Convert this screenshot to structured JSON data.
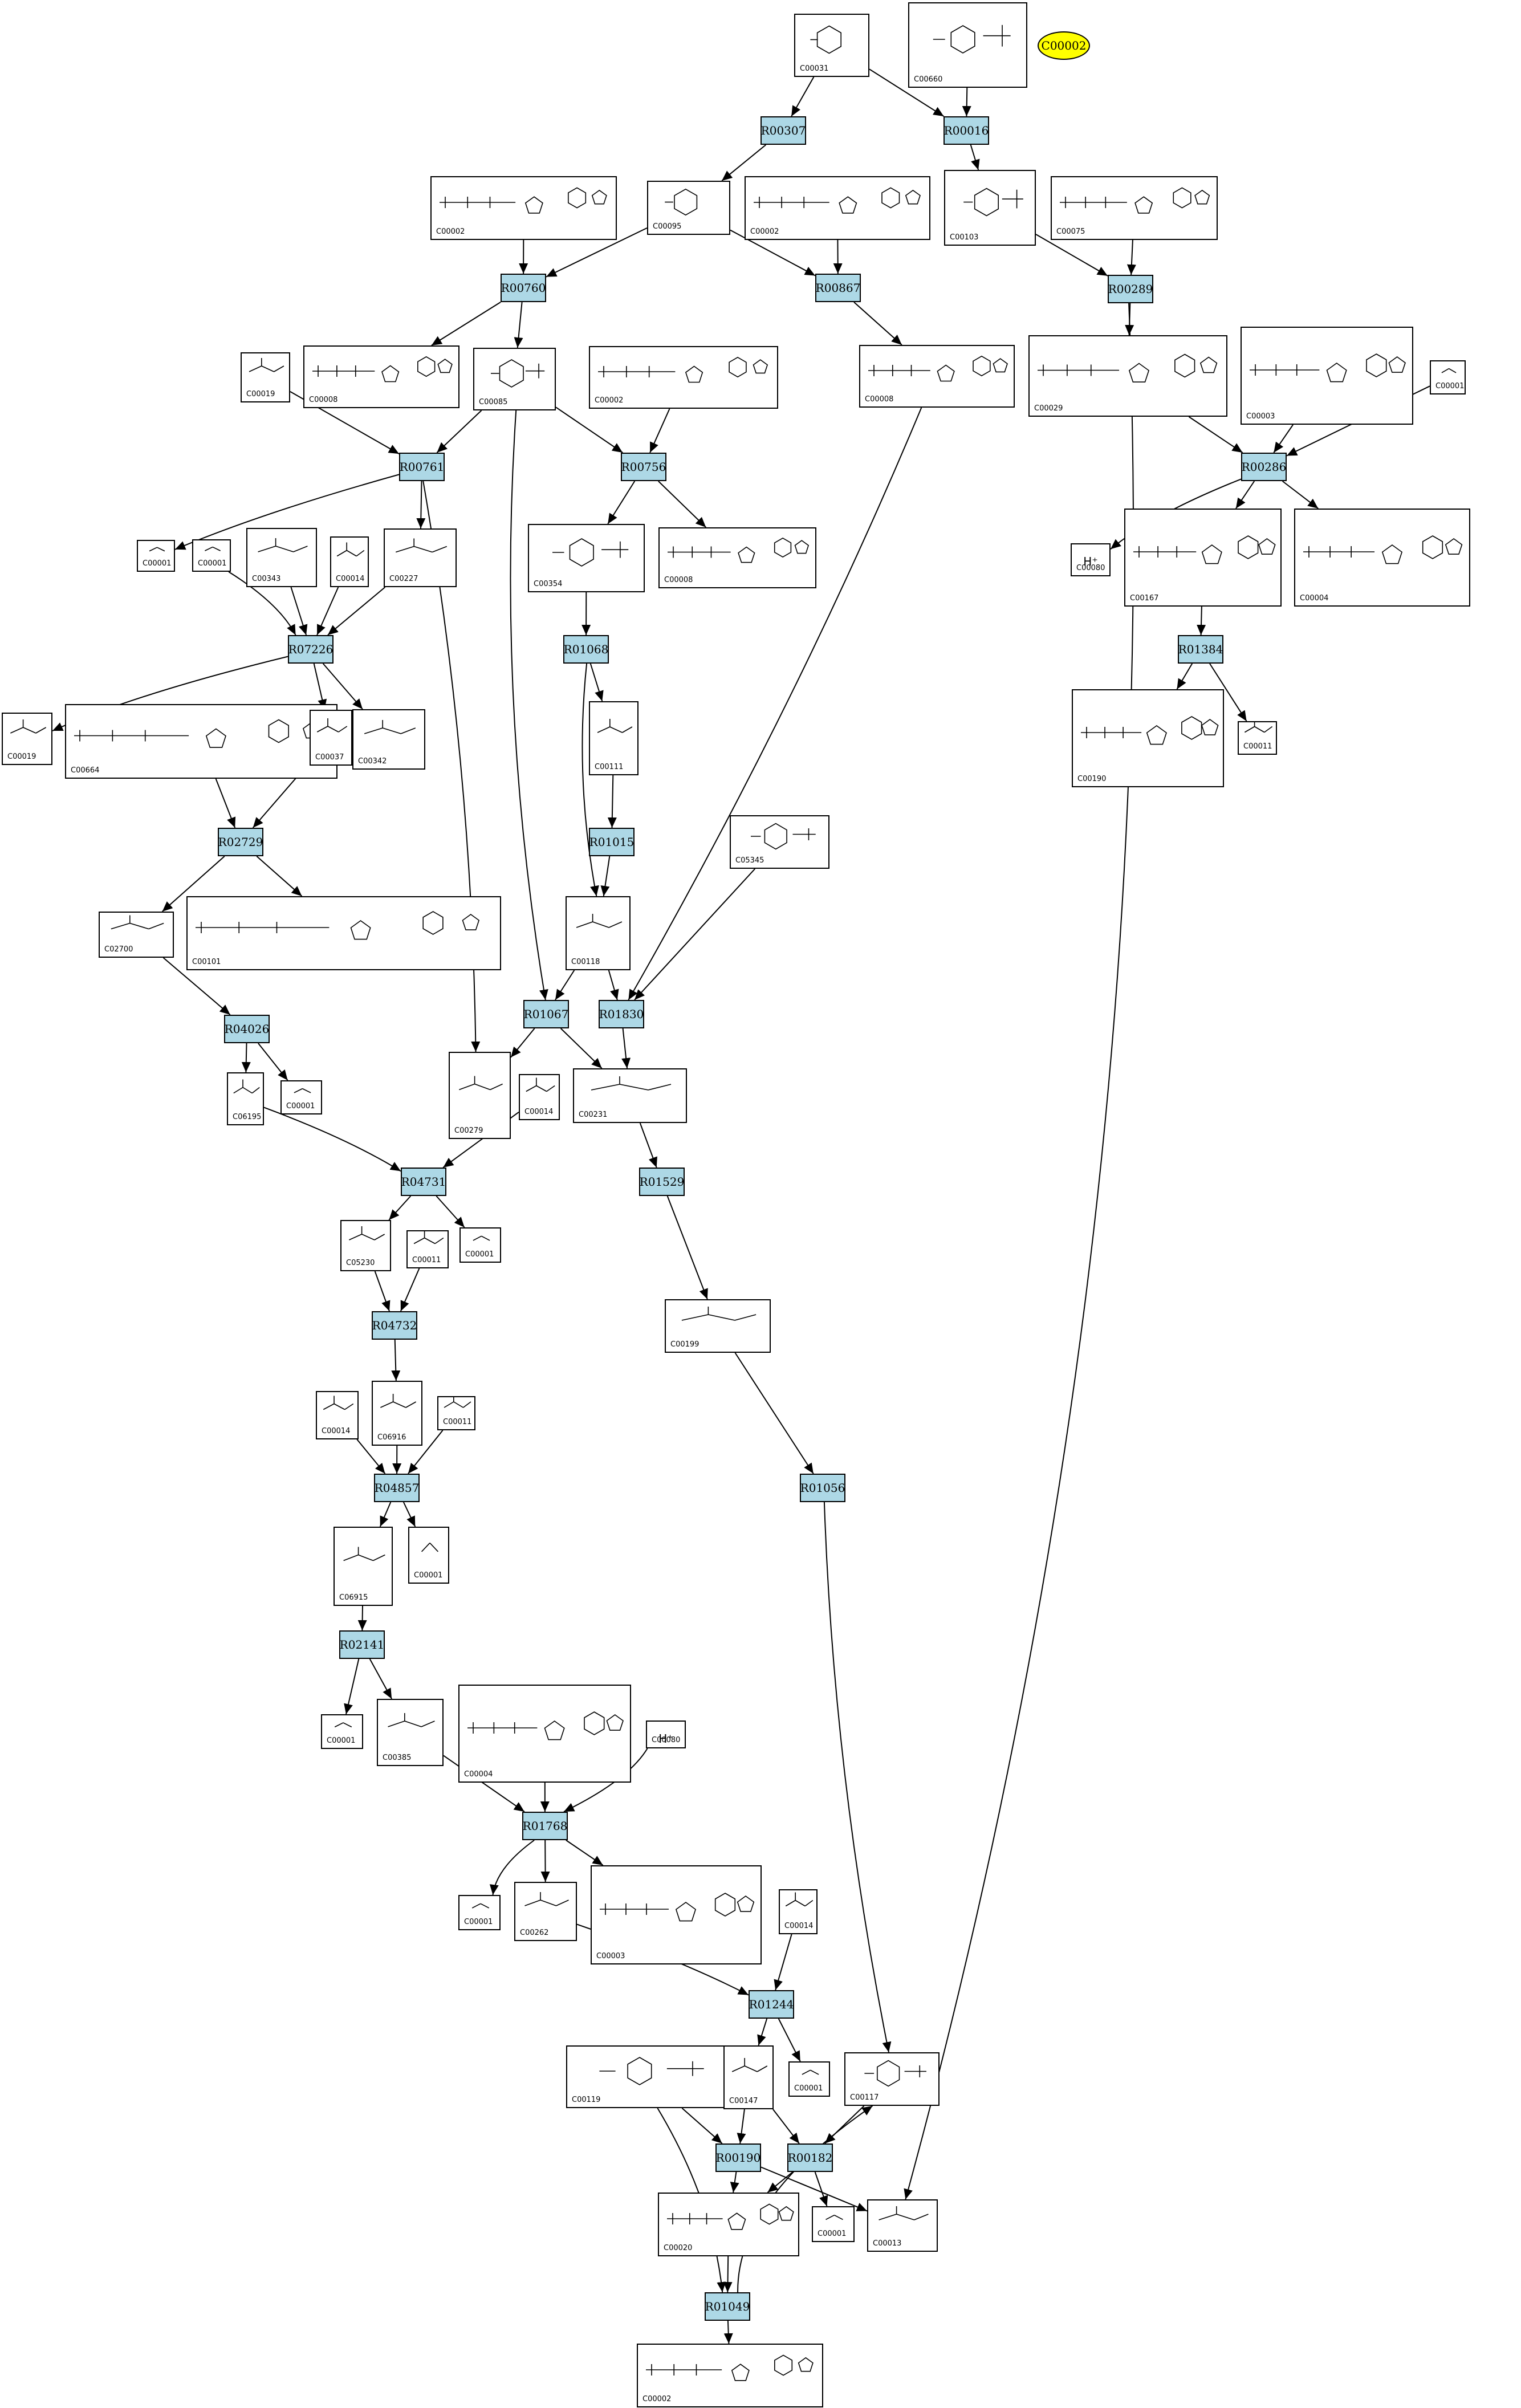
{
  "highlight": {
    "id": "C00002",
    "color": "#ffff00"
  },
  "reaction_color": "#add8e6",
  "compounds": [
    {
      "id": "C00031",
      "kind": "ring"
    },
    {
      "id": "C00660",
      "kind": "ring-p"
    },
    {
      "id": "C00002",
      "kind": "ntp"
    },
    {
      "id": "C00095",
      "kind": "ring"
    },
    {
      "id": "C00002",
      "kind": "ntp"
    },
    {
      "id": "C00103",
      "kind": "ring-p"
    },
    {
      "id": "C00075",
      "kind": "ntp"
    },
    {
      "id": "C00019",
      "kind": "small"
    },
    {
      "id": "C00008",
      "kind": "ntp"
    },
    {
      "id": "C00085",
      "kind": "ring-p"
    },
    {
      "id": "C00002",
      "kind": "ntp"
    },
    {
      "id": "C00008",
      "kind": "ntp"
    },
    {
      "id": "C00029",
      "kind": "ntp"
    },
    {
      "id": "C00003",
      "kind": "ntp"
    },
    {
      "id": "C00001",
      "kind": "water"
    },
    {
      "id": "C00001",
      "kind": "water"
    },
    {
      "id": "C00001",
      "kind": "water"
    },
    {
      "id": "C00343",
      "kind": "small"
    },
    {
      "id": "C00014",
      "kind": "small"
    },
    {
      "id": "C00227",
      "kind": "small"
    },
    {
      "id": "C00354",
      "kind": "ring-p"
    },
    {
      "id": "C00008",
      "kind": "ntp"
    },
    {
      "id": "C00080",
      "kind": "ion",
      "formula": "H⁺"
    },
    {
      "id": "C00167",
      "kind": "ntp"
    },
    {
      "id": "C00004",
      "kind": "ntp"
    },
    {
      "id": "C00019",
      "kind": "small"
    },
    {
      "id": "C00664",
      "kind": "ntp"
    },
    {
      "id": "C00037",
      "kind": "small"
    },
    {
      "id": "C00342",
      "kind": "small"
    },
    {
      "id": "C00111",
      "kind": "small"
    },
    {
      "id": "C00190",
      "kind": "ntp"
    },
    {
      "id": "C00011",
      "kind": "small"
    },
    {
      "id": "C05345",
      "kind": "ring-p"
    },
    {
      "id": "C02700",
      "kind": "small"
    },
    {
      "id": "C00101",
      "kind": "ntp"
    },
    {
      "id": "C00118",
      "kind": "small"
    },
    {
      "id": "C06195",
      "kind": "small"
    },
    {
      "id": "C00001",
      "kind": "water"
    },
    {
      "id": "C00279",
      "kind": "small"
    },
    {
      "id": "C00014",
      "kind": "small"
    },
    {
      "id": "C00231",
      "kind": "small"
    },
    {
      "id": "C05230",
      "kind": "small"
    },
    {
      "id": "C00011",
      "kind": "small"
    },
    {
      "id": "C00001",
      "kind": "water"
    },
    {
      "id": "C00199",
      "kind": "small"
    },
    {
      "id": "C00014",
      "kind": "small"
    },
    {
      "id": "C06916",
      "kind": "small"
    },
    {
      "id": "C00011",
      "kind": "small"
    },
    {
      "id": "C00001",
      "kind": "water"
    },
    {
      "id": "C06915",
      "kind": "small"
    },
    {
      "id": "C00001",
      "kind": "water"
    },
    {
      "id": "C00385",
      "kind": "small"
    },
    {
      "id": "C00004",
      "kind": "ntp"
    },
    {
      "id": "C00080",
      "kind": "ion",
      "formula": "H⁺"
    },
    {
      "id": "C00001",
      "kind": "water"
    },
    {
      "id": "C00262",
      "kind": "small"
    },
    {
      "id": "C00003",
      "kind": "ntp"
    },
    {
      "id": "C00014",
      "kind": "small"
    },
    {
      "id": "C00001",
      "kind": "water"
    },
    {
      "id": "C00119",
      "kind": "ring-p"
    },
    {
      "id": "C00147",
      "kind": "small"
    },
    {
      "id": "C00117",
      "kind": "ring-p"
    },
    {
      "id": "C00020",
      "kind": "ntp"
    },
    {
      "id": "C00001",
      "kind": "water"
    },
    {
      "id": "C00013",
      "kind": "small"
    },
    {
      "id": "C00002",
      "kind": "ntp"
    }
  ],
  "reactions": [
    "R00307",
    "R00016",
    "R00760",
    "R00867",
    "R00289",
    "R00761",
    "R00756",
    "R00286",
    "R07226",
    "R01068",
    "R01384",
    "R02729",
    "R01015",
    "R01067",
    "R01830",
    "R04026",
    "R04731",
    "R01529",
    "R04732",
    "R04857",
    "R01056",
    "R02141",
    "R01768",
    "R01244",
    "R00190",
    "R00182",
    "R01049"
  ]
}
